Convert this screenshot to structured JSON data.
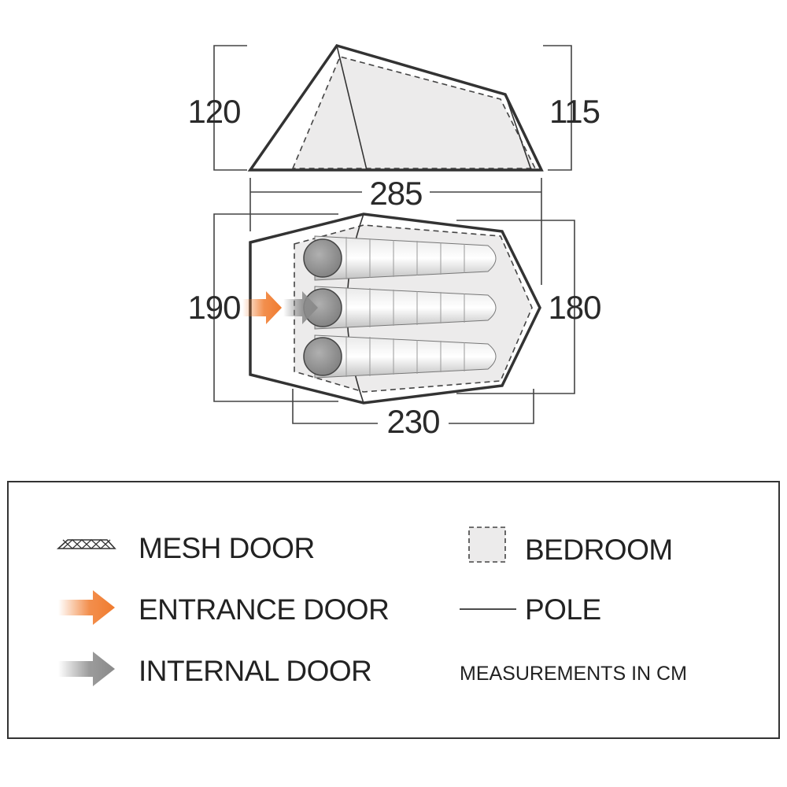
{
  "dimensions": {
    "side_height_left": "120",
    "side_height_right": "115",
    "total_length": "285",
    "width_left": "190",
    "width_right": "180",
    "inner_length": "230"
  },
  "legend": {
    "mesh_door": "MESH DOOR",
    "entrance_door": "ENTRANCE DOOR",
    "internal_door": "INTERNAL DOOR",
    "bedroom": "BEDROOM",
    "pole": "POLE",
    "measurements_note": "MEASUREMENTS IN CM"
  },
  "colors": {
    "entrance_arrow": "#f07b2e",
    "internal_arrow": "#8a8a8a",
    "bedroom_fill": "#ecebeb",
    "outline": "#333333"
  },
  "icons": {
    "mesh_door": "mesh-door-icon",
    "entrance": "entrance-arrow-icon",
    "internal": "internal-arrow-icon",
    "bedroom": "bedroom-swatch-icon",
    "pole": "pole-line-icon"
  }
}
